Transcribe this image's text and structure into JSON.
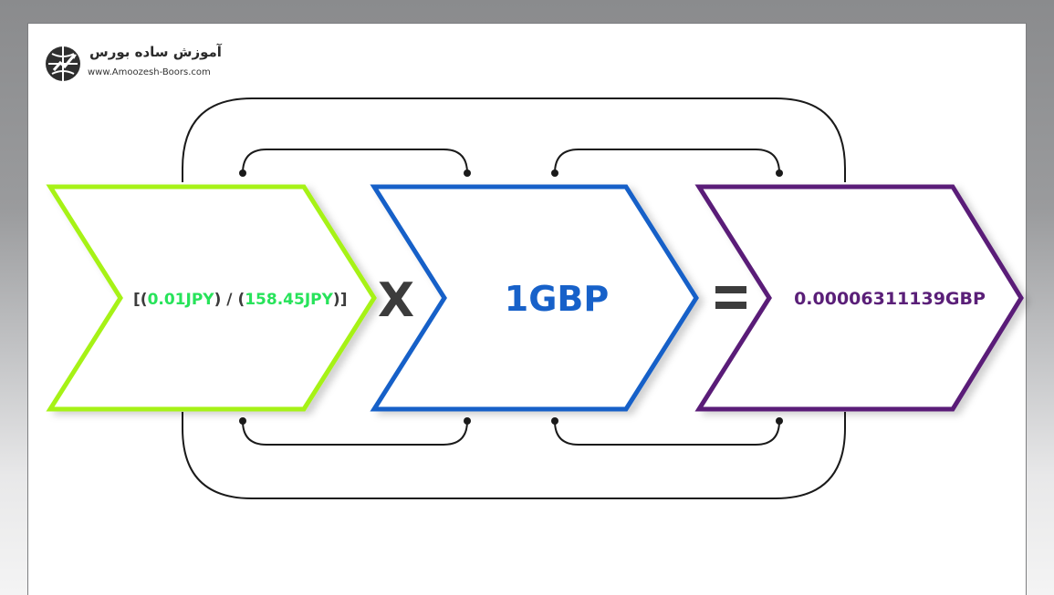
{
  "logo": {
    "name_fa": "آموزش ساده بورس",
    "url": "www.Amoozesh-Boors.com"
  },
  "formula": {
    "open_outer": "[",
    "open_paren_1": "(",
    "numerator": "0.01JPY",
    "close_paren_1": ")",
    "divide": " / ",
    "open_paren_2": "(",
    "denominator": "158.45JPY",
    "close_paren_2": ")",
    "close_outer": "]",
    "multiply_sign": "X",
    "multiplier": "1GBP",
    "equals_sign": "=",
    "result": "0.00006311139GBP"
  },
  "colors": {
    "green_arrow": "#a6f214",
    "blue_arrow": "#1660c8",
    "purple_arrow": "#5a1f78",
    "green_text": "#27e35a",
    "dark_text": "#3c3c3c",
    "blue_text": "#1761c9",
    "purple_text": "#5a1f78",
    "connector": "#1a1a1a"
  }
}
